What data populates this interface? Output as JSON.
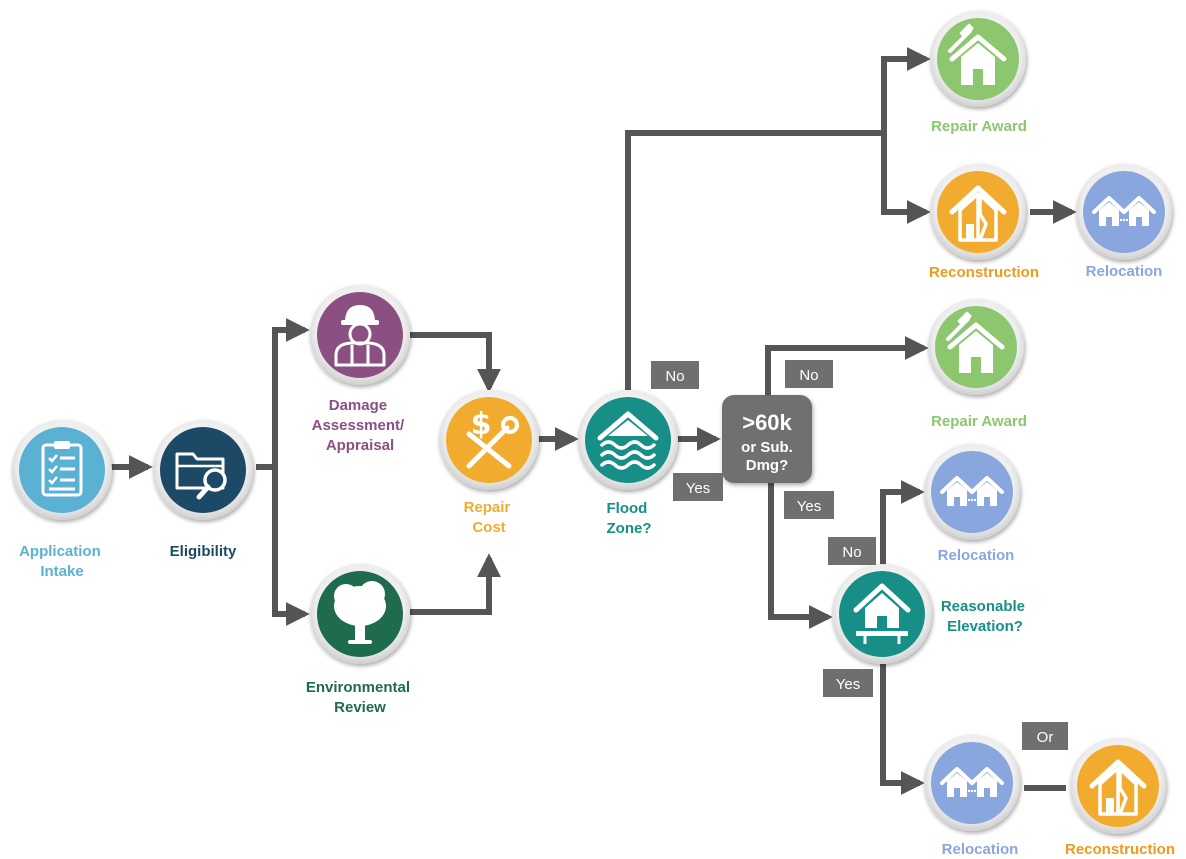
{
  "colors": {
    "blue_light": "#5bb1d3",
    "navy": "#1c4a66",
    "purple": "#8c4f82",
    "green_dark": "#1f6b4e",
    "orange": "#f1ac2f",
    "orange_dark": "#ee9a1c",
    "teal": "#178f86",
    "green_light": "#8cc66f",
    "periwinkle": "#8aa6de",
    "gray": "#6f6f6f",
    "connector": "#555555"
  },
  "nodes": {
    "application_intake": {
      "label": [
        "Application",
        "Intake"
      ],
      "icon": "checklist-icon"
    },
    "eligibility": {
      "label": [
        "Eligibility"
      ],
      "icon": "folder-search-icon"
    },
    "damage_assessment": {
      "label": [
        "Damage",
        "Assessment/",
        "Appraisal"
      ],
      "icon": "inspector-icon"
    },
    "environmental_review": {
      "label": [
        "Environmental",
        "Review"
      ],
      "icon": "tree-icon"
    },
    "repair_cost": {
      "label": [
        "Repair",
        "Cost"
      ],
      "icon": "dollar-tools-icon"
    },
    "flood_zone": {
      "label": [
        "Flood",
        "Zone?"
      ],
      "icon": "flood-house-icon"
    },
    "threshold": {
      "label": [
        ">60k",
        "or Sub.",
        "Dmg?"
      ]
    },
    "repair_award_top": {
      "label": [
        "Repair Award"
      ],
      "icon": "house-hammer-icon"
    },
    "reconstruction_top": {
      "label": [
        "Reconstruction"
      ],
      "icon": "house-rebuild-icon"
    },
    "relocation_top": {
      "label": [
        "Relocation"
      ],
      "icon": "two-houses-icon"
    },
    "repair_award_mid": {
      "label": [
        "Repair Award"
      ],
      "icon": "house-hammer-icon"
    },
    "relocation_mid": {
      "label": [
        "Relocation"
      ],
      "icon": "two-houses-icon"
    },
    "reasonable_elevation": {
      "label": [
        "Reasonable",
        "Elevation?"
      ],
      "icon": "elevated-house-icon"
    },
    "relocation_bottom": {
      "label": [
        "Relocation"
      ],
      "icon": "two-houses-icon"
    },
    "reconstruction_bottom": {
      "label": [
        "Reconstruction"
      ],
      "icon": "house-rebuild-icon"
    }
  },
  "tags": {
    "flood_no": "No",
    "flood_yes": "Yes",
    "threshold_no": "No",
    "threshold_yes": "Yes",
    "elevation_no": "No",
    "elevation_yes": "Yes",
    "or": "Or"
  }
}
